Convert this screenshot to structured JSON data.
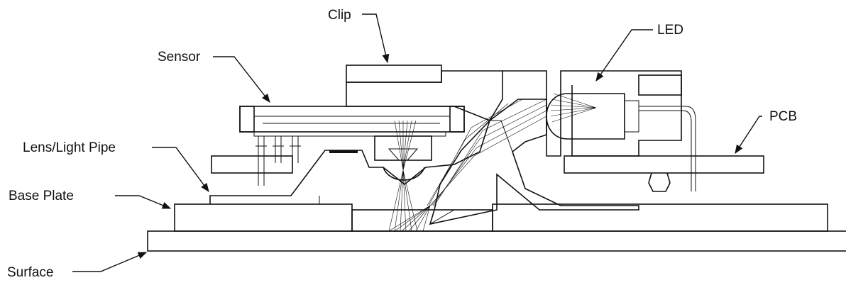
{
  "labels": {
    "clip": "Clip",
    "led": "LED",
    "sensor": "Sensor",
    "pcb": "PCB",
    "lens": "Lens/Light Pipe",
    "base_plate": "Base Plate",
    "surface": "Surface"
  }
}
